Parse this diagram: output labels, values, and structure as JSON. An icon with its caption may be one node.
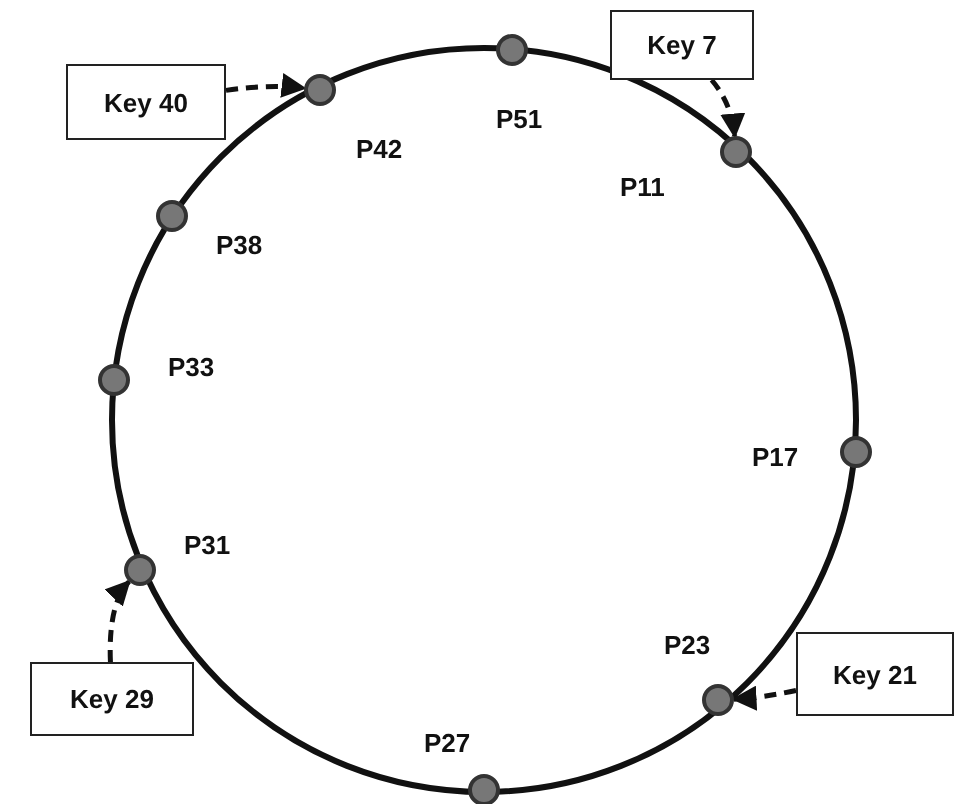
{
  "diagram": {
    "nodes": [
      {
        "text": [
          "Key 40"
        ]
      },
      {
        "text": [
          "Key 7"
        ]
      },
      {
        "text": [],
        "shape": "circle",
        "beside": [
          "P42"
        ]
      },
      {
        "text": [],
        "shape": "circle",
        "beside": [
          "P51"
        ]
      },
      {
        "text": [],
        "shape": "circle",
        "beside": [
          "P11"
        ]
      },
      {
        "text": [],
        "shape": "circle",
        "beside": [
          "P38"
        ]
      },
      {
        "text": [],
        "shape": "circle",
        "beside": [
          "P33"
        ]
      },
      {
        "text": [],
        "shape": "circle",
        "beside": [
          "P17"
        ]
      },
      {
        "text": [],
        "shape": "circle",
        "beside": [
          "P31"
        ]
      },
      {
        "text": [],
        "shape": "circle",
        "beside": [
          "P23"
        ]
      },
      {
        "text": [
          "Key 29"
        ]
      },
      {
        "text": [
          "Key 21"
        ]
      },
      {
        "text": [],
        "shape": "circle",
        "beside": [
          "P27"
        ]
      }
    ],
    "edges": [
      {
        "from": 0,
        "to": 2,
        "arrow": "to",
        "style": "dashed"
      },
      {
        "from": 1,
        "to": 4,
        "arrow": "to",
        "style": "dashed"
      },
      {
        "from": 10,
        "to": 8,
        "arrow": "to",
        "style": "dashed"
      },
      {
        "from": 11,
        "to": 9,
        "arrow": "to",
        "style": "dashed"
      }
    ]
  }
}
